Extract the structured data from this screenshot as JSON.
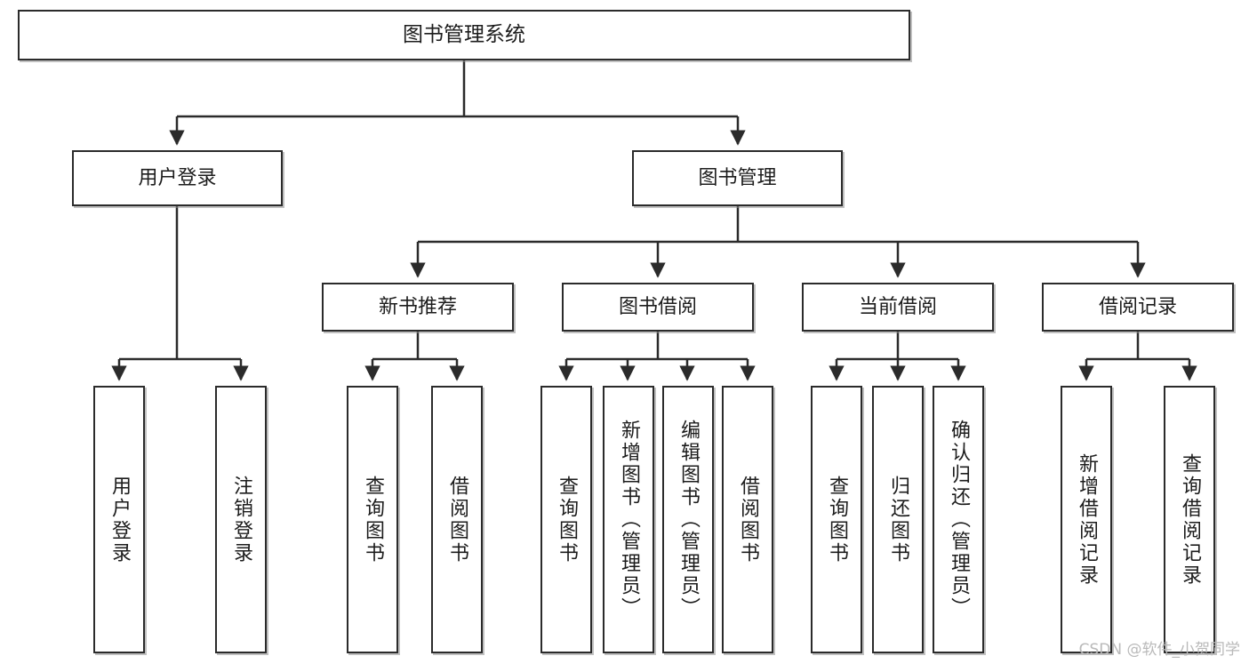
{
  "diagram": {
    "title": "图书管理系统",
    "type": "tree-hierarchy",
    "watermark": "CSDN @软件_小贺同学",
    "colors": {
      "box_border": "#2b2b2b",
      "box_fill": "#ffffff",
      "edge": "#2b2b2b",
      "text": "#1c1c1c",
      "watermark": "#b9b9b9",
      "background": "#ffffff"
    },
    "nodes": {
      "root": {
        "label": "图书管理系统"
      },
      "level1": [
        {
          "label": "用户登录"
        },
        {
          "label": "图书管理"
        }
      ],
      "level2": [
        {
          "label": "新书推荐"
        },
        {
          "label": "图书借阅"
        },
        {
          "label": "当前借阅"
        },
        {
          "label": "借阅记录"
        }
      ],
      "leaves": {
        "user_login": [
          {
            "label": "用户登录"
          },
          {
            "label": "注销登录"
          }
        ],
        "new_book_recommend": [
          {
            "label": "查询图书"
          },
          {
            "label": "借阅图书"
          }
        ],
        "book_borrow": [
          {
            "label": "查询图书"
          },
          {
            "label": "新增图书（管理员）"
          },
          {
            "label": "编辑图书（管理员）"
          },
          {
            "label": "借阅图书"
          }
        ],
        "current_borrow": [
          {
            "label": "查询图书"
          },
          {
            "label": "归还图书"
          },
          {
            "label": "确认归还（管理员）"
          }
        ],
        "borrow_record": [
          {
            "label": "新增借阅记录"
          },
          {
            "label": "查询借阅记录"
          }
        ]
      }
    }
  }
}
